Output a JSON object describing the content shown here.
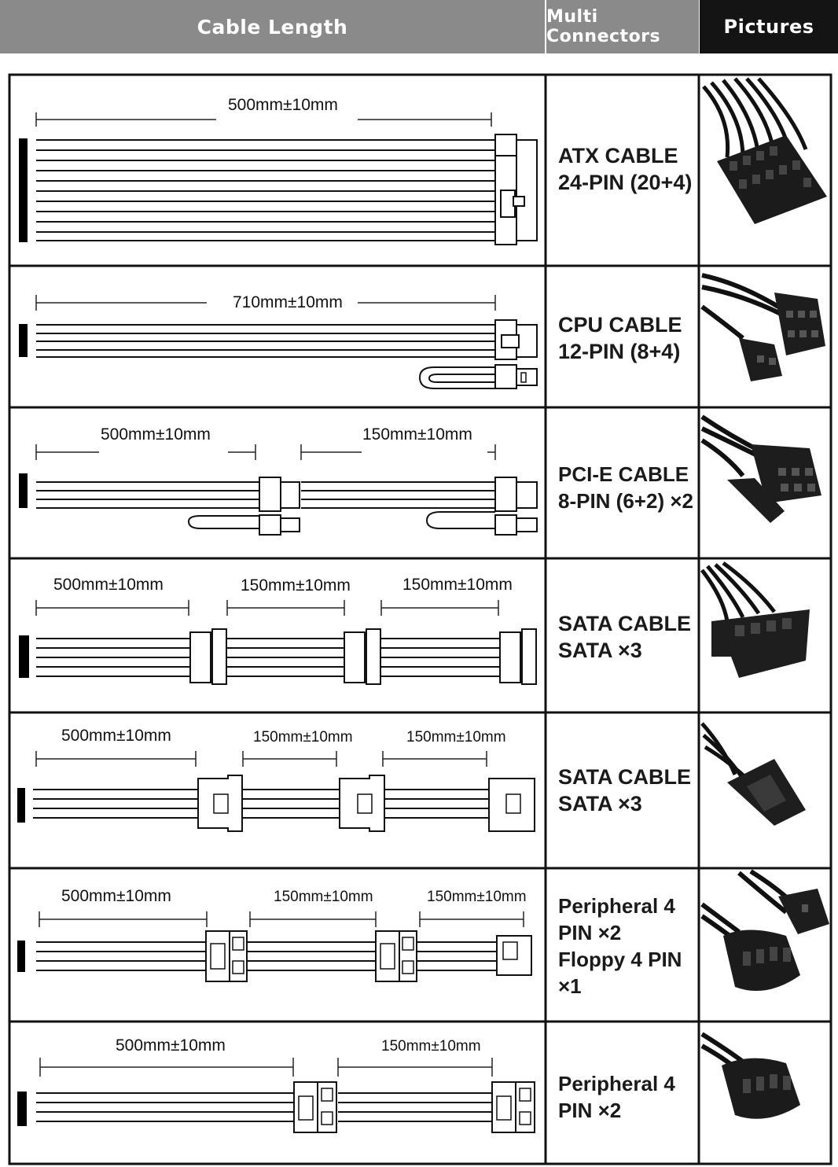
{
  "header": {
    "cable_length": "Cable Length",
    "multi_connectors": "Multi Connectors",
    "pictures": "Pictures"
  },
  "rows": [
    {
      "connector": "ATX CABLE\n24-PIN (20+4)",
      "dims": [
        "500mm±10mm"
      ],
      "picture_icon": "atx-24pin-connector-icon"
    },
    {
      "connector": "CPU CABLE\n12-PIN (8+4)",
      "dims": [
        "710mm±10mm"
      ],
      "picture_icon": "cpu-8pin-connector-icon"
    },
    {
      "connector": "PCI-E CABLE\n8-PIN (6+2) ×2",
      "dims": [
        "500mm±10mm",
        "150mm±10mm"
      ],
      "picture_icon": "pcie-8pin-connector-icon"
    },
    {
      "connector": "SATA CABLE\nSATA ×3",
      "dims": [
        "500mm±10mm",
        "150mm±10mm",
        "150mm±10mm"
      ],
      "picture_icon": "sata-connector-icon"
    },
    {
      "connector": "SATA CABLE\nSATA ×3",
      "dims": [
        "500mm±10mm",
        "150mm±10mm",
        "150mm±10mm"
      ],
      "picture_icon": "sata-connector-icon"
    },
    {
      "connector": "Peripheral 4\nPIN ×2\nFloppy 4 PIN\n×1",
      "dims": [
        "500mm±10mm",
        "150mm±10mm",
        "150mm±10mm"
      ],
      "picture_icon": "molex-connector-icon"
    },
    {
      "connector": "Peripheral 4\nPIN ×2",
      "dims": [
        "500mm±10mm",
        "150mm±10mm"
      ],
      "picture_icon": "molex-connector-icon"
    }
  ]
}
